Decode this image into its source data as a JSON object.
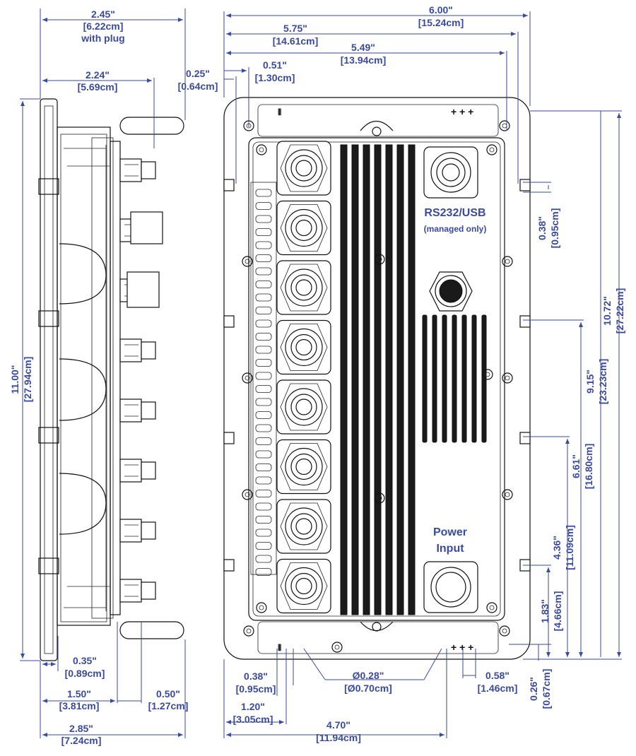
{
  "colors": {
    "dimension": "#3a4a9c",
    "outline": "#111111",
    "background": "#ffffff"
  },
  "labels": {
    "rs232": "RS232/USB",
    "managed": "(managed only)",
    "power_line1": "Power",
    "power_line2": "Input"
  },
  "dims": {
    "side_width_plug": {
      "in": "2.45\"",
      "cm": "[6.22cm]",
      "note": "with plug"
    },
    "side_width": {
      "in": "2.24\"",
      "cm": "[5.69cm]"
    },
    "side_height": {
      "in": "11.00\"",
      "cm": "[27.94cm]"
    },
    "side_035": {
      "in": "0.35\"",
      "cm": "[0.89cm]"
    },
    "side_150": {
      "in": "1.50\"",
      "cm": "[3.81cm]"
    },
    "side_050": {
      "in": "0.50\"",
      "cm": "[1.27cm]"
    },
    "side_285": {
      "in": "2.85\"",
      "cm": "[7.24cm]"
    },
    "front_600": {
      "in": "6.00\"",
      "cm": "[15.24cm]"
    },
    "front_575": {
      "in": "5.75\"",
      "cm": "[14.61cm]"
    },
    "front_549": {
      "in": "5.49\"",
      "cm": "[13.94cm]"
    },
    "front_025": {
      "in": "0.25\"",
      "cm": "[0.64cm]"
    },
    "front_051": {
      "in": "0.51\"",
      "cm": "[1.30cm]"
    },
    "right_038": {
      "in": "0.38\"",
      "cm": "[0.95cm]"
    },
    "right_1072": {
      "in": "10.72\"",
      "cm": "[27.22cm]"
    },
    "right_915": {
      "in": "9.15\"",
      "cm": "[23.23cm]"
    },
    "right_661": {
      "in": "6.61\"",
      "cm": "[16.80cm]"
    },
    "right_436": {
      "in": "4.36\"",
      "cm": "[11.09cm]"
    },
    "right_183": {
      "in": "1.83\"",
      "cm": "[4.66cm]"
    },
    "right_026": {
      "in": "0.26\"",
      "cm": "[0.67cm]"
    },
    "bottom_038": {
      "in": "0.38\"",
      "cm": "[0.95cm]"
    },
    "bottom_dia": {
      "in": "Ø0.28\"",
      "cm": "[Ø0.70cm]"
    },
    "bottom_058": {
      "in": "0.58\"",
      "cm": "[1.46cm]"
    },
    "bottom_120": {
      "in": "1.20\"",
      "cm": "[3.05cm]"
    },
    "bottom_470": {
      "in": "4.70\"",
      "cm": "[11.94cm]"
    }
  }
}
